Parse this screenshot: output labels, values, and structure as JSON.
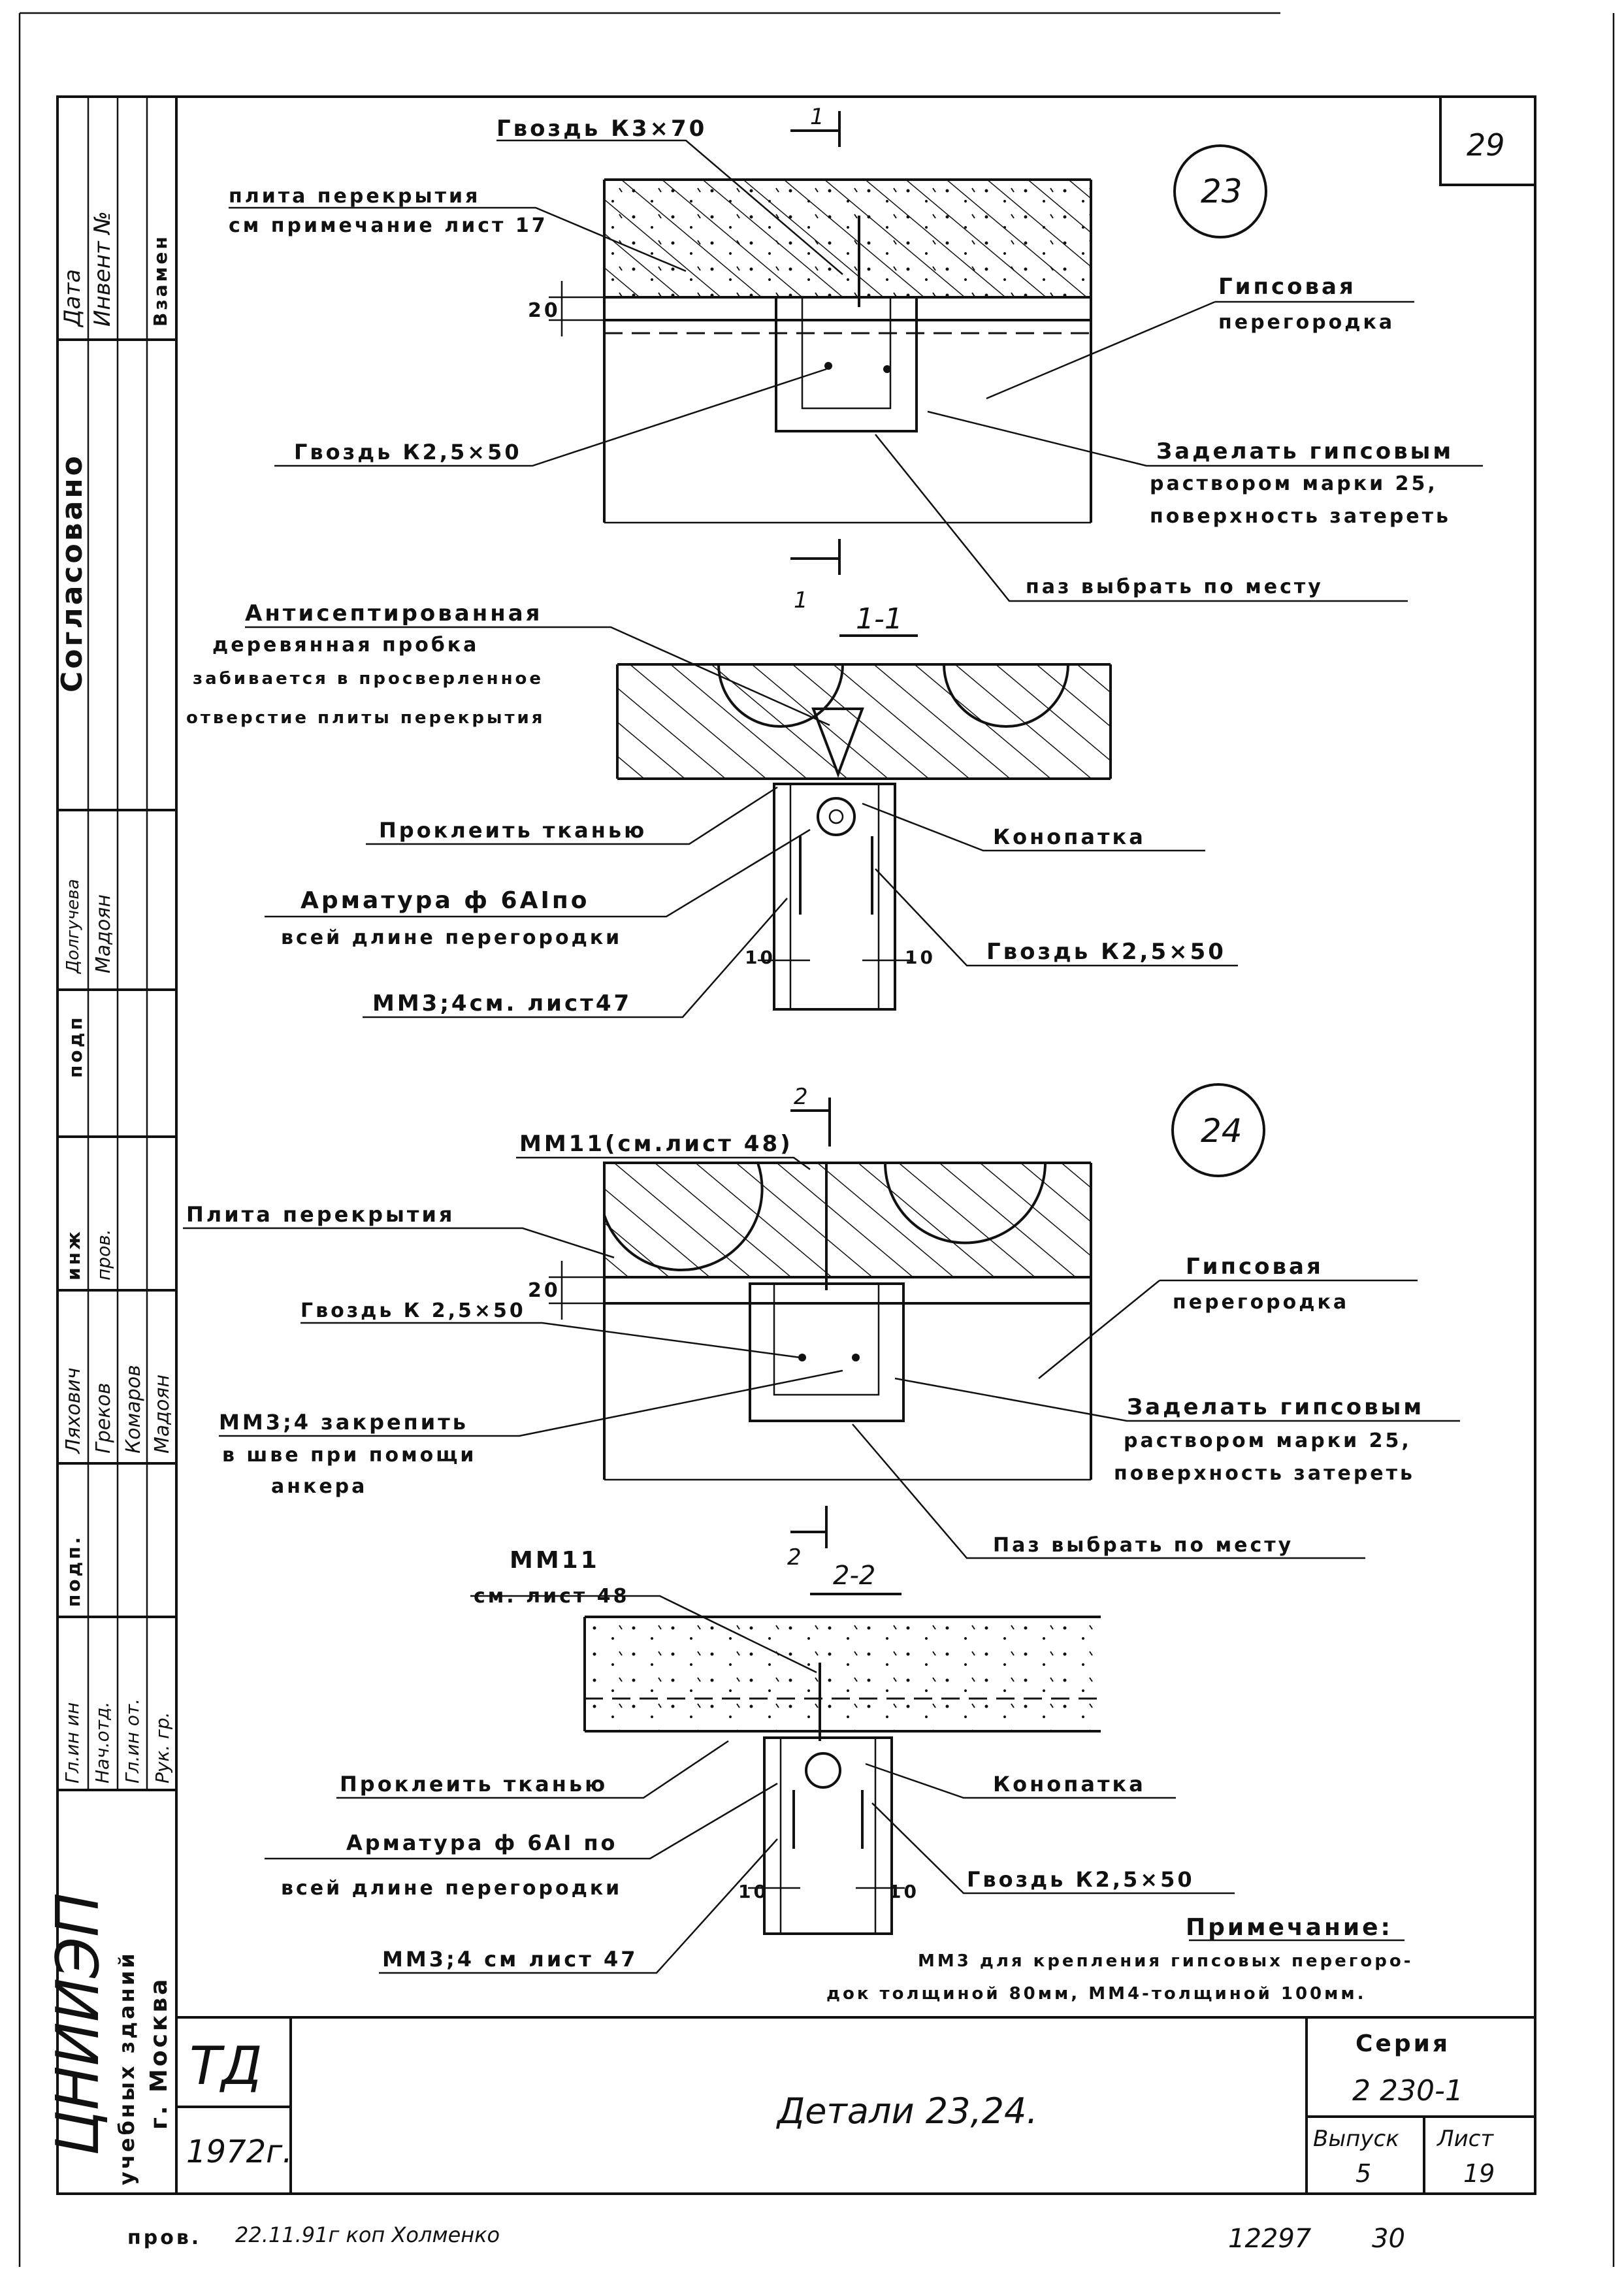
{
  "sheet": {
    "sheet_number_top": "29",
    "title": "Детали 23,24.",
    "stamp": "ТД",
    "year": "1972г.",
    "series_label": "Серия",
    "series_value": "2 230-1",
    "issue_label": "Выпуск",
    "issue_value": "5",
    "list_label": "Лист",
    "list_value": "19",
    "footer_left": "пров.",
    "footer_sign": "22.11.91г   коп Холменко",
    "footer_number": "12297",
    "footer_page": "30"
  },
  "side_stamp": {
    "header_cells": [
      "Дата",
      "Инвент №",
      "Взамен"
    ],
    "soglasovano": "Согласовано",
    "names_a": [
      "Долгучевa",
      "Мадоян"
    ],
    "podp_a": "подп",
    "roles": [
      "инж",
      "пров."
    ],
    "names_b": [
      "Ляхович",
      "Греков",
      "Комаров",
      "Мадоян"
    ],
    "podp_b": "подп.",
    "roles_b": [
      "Гл.ин ин",
      "Нач.отд.",
      "Гл.ин от.",
      "Рук. гр."
    ],
    "org": "ЦНИИЭП",
    "org_sub1": "учебных зданий",
    "org_sub2": "г. Москва"
  },
  "detail23": {
    "number": "23",
    "nail_top": "Гвоздь К3×70",
    "slab": "плита перекрытия",
    "slab_note": "см примечание лист 17",
    "dim_20": "20",
    "section_mark": "1",
    "partition": "Гипсовая",
    "partition2": "перегородка",
    "nail": "Гвоздь К2,5×50",
    "seal1": "Заделать гипсовым",
    "seal2": "раствором марки 25,",
    "seal3": "поверхность затереть",
    "groove": "паз выбрать по месту"
  },
  "section11": {
    "title": "1-1",
    "mark": "1",
    "cork1": "Антисептированная",
    "cork2": "деревянная пробка",
    "cork3": "забивается в просверленное",
    "cork4": "отверстие плиты перекрытия",
    "glue": "Проклеить тканью",
    "caulk": "Конопатка",
    "rebar1": "Арматура ф 6АIпо",
    "rebar2": "всей длине перегородки",
    "nail": "Гвоздь К2,5×50",
    "mm": "ММ3;4см. лист47",
    "dim_l": "10",
    "dim_r": "10"
  },
  "detail24": {
    "number": "24",
    "mm11": "ММ11(см.лист 48)",
    "section_mark": "2",
    "slab": "Плита перекрытия",
    "dim_20": "20",
    "nail": "Гвоздь К 2,5×50",
    "partition": "Гипсовая",
    "partition2": "перегородка",
    "mm34_1": "ММ3;4 закрепить",
    "mm34_2": "в шве при помощи",
    "mm34_3": "анкера",
    "seal1": "Заделать гипсовым",
    "seal2": "раствором марки 25,",
    "seal3": "поверхность затереть",
    "groove": "Паз выбрать по месту"
  },
  "section22": {
    "title": "2-2",
    "mark": "2",
    "mm11": "ММ11",
    "mm11_ref": "см. лист 48",
    "glue": "Проклеить тканью",
    "caulk": "Конопатка",
    "rebar1": "Арматура ф 6АI по",
    "rebar2": "всей длине перегородки",
    "nail": "Гвоздь К2,5×50",
    "mm": "ММ3;4 см лист 47",
    "dim_l": "10",
    "dim_r": "10"
  },
  "note": {
    "title": "Примечание:",
    "line1": "ММ3 для крепления гипсовых перегоро-",
    "line2": "док толщиной 80мм, ММ4-толщиной 100мм."
  }
}
